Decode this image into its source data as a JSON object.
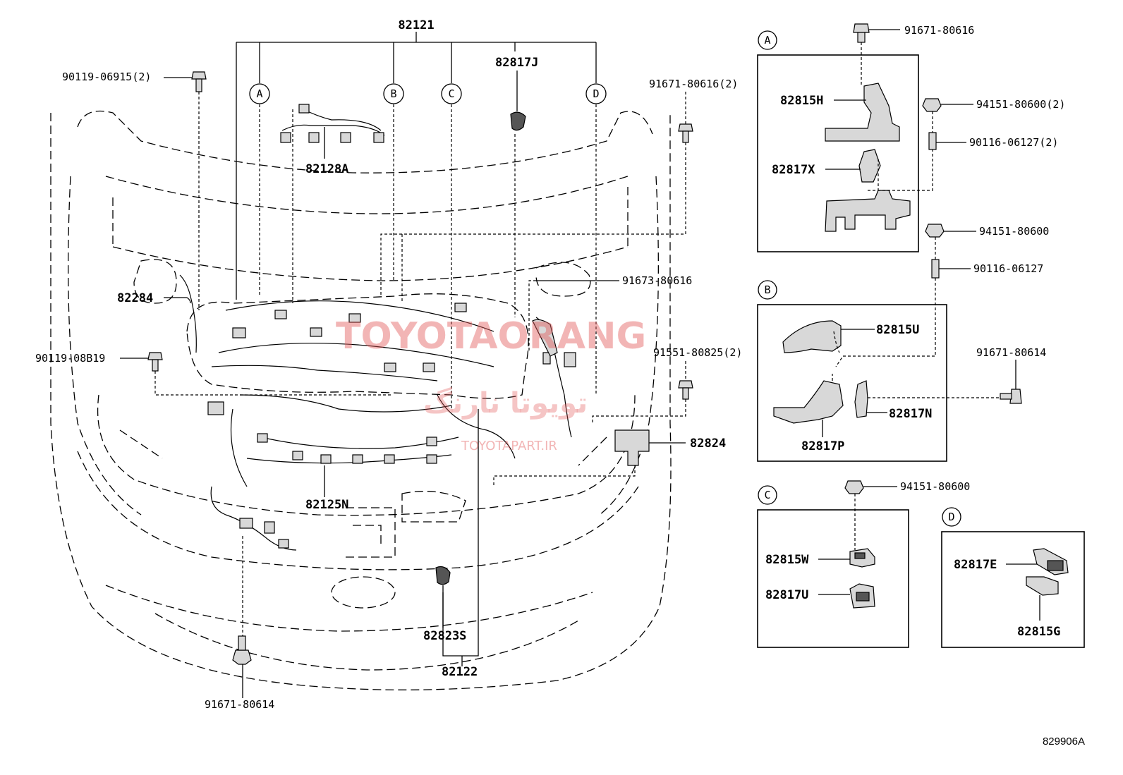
{
  "diagram_id": "829906A",
  "watermark": {
    "brand": "TOYOTAORANG",
    "farsi": "تویوتا نارنگ",
    "site": "TOYOTAPART.IR"
  },
  "main_labels": {
    "harness_main": "82121",
    "harness_sub": "82122",
    "p82128A": "82128A",
    "p82817J": "82817J",
    "p82284": "82284",
    "p82125N": "82125N",
    "p82824": "82824",
    "p82823S": "82823S",
    "b90119_06915": "90119-06915(2)",
    "b90119_08B19": "90119-08B19",
    "b91671_80616_2": "91671-80616(2)",
    "b91673_80616": "91673-80616",
    "b91551_80825": "91551-80825(2)",
    "b91671_80614_bottom": "91671-80614"
  },
  "callouts": [
    "A",
    "B",
    "C",
    "D"
  ],
  "detail_A": {
    "letter": "A",
    "b91671_80616": "91671-80616",
    "p82815H": "82815H",
    "p82817X": "82817X",
    "n94151_80600_2": "94151-80600(2)",
    "s90116_06127_2": "90116-06127(2)"
  },
  "detail_B": {
    "letter": "B",
    "n94151_80600": "94151-80600",
    "s90116_06127": "90116-06127",
    "p82815U": "82815U",
    "p82817N": "82817N",
    "p82817P": "82817P",
    "b91671_80614": "91671-80614"
  },
  "detail_C": {
    "letter": "C",
    "n94151_80600": "94151-80600",
    "p82815W": "82815W",
    "p82817U": "82817U"
  },
  "detail_D": {
    "letter": "D",
    "p82817E": "82817E",
    "p82815G": "82815G"
  }
}
